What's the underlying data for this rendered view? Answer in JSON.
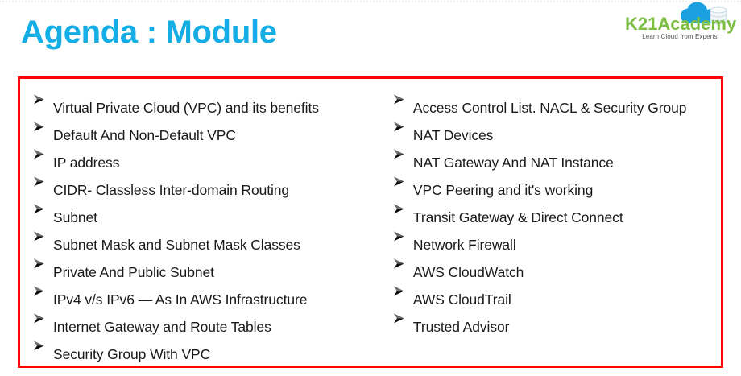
{
  "slide": {
    "title": "Agenda : Module",
    "title_color": "#14ADE5",
    "box_border_color": "#FF0000"
  },
  "logo": {
    "name_part1": "K21",
    "name_part2": "Academy",
    "tagline": "Learn Cloud from Experts",
    "green": "#7CBE42",
    "blue": "#1BA0E0",
    "mark_icons": [
      "cloud-icon",
      "database-icon"
    ]
  },
  "agenda": {
    "bullet_icon": "arrowhead-bullet-icon",
    "left_column": [
      {
        "label": "Virtual Private Cloud (VPC) and its benefits"
      },
      {
        "label": "Default And Non-Default VPC"
      },
      {
        "label": "IP address"
      },
      {
        "label": "CIDR- Classless Inter-domain Routing"
      },
      {
        "label": "Subnet"
      },
      {
        "label": "Subnet Mask and Subnet Mask Classes"
      },
      {
        "label": "Private And Public Subnet"
      },
      {
        "label": "IPv4 v/s IPv6  —  As In AWS Infrastructure"
      },
      {
        "label": "Internet Gateway and Route Tables"
      },
      {
        "label": "Security Group With VPC"
      }
    ],
    "right_column": [
      {
        "label": "Access Control List. NACL & Security Group"
      },
      {
        "label": "NAT Devices"
      },
      {
        "label": "NAT Gateway And NAT Instance"
      },
      {
        "label": "VPC Peering and it's working"
      },
      {
        "label": "Transit Gateway & Direct Connect"
      },
      {
        "label": "Network Firewall"
      },
      {
        "label": "AWS CloudWatch"
      },
      {
        "label": "AWS CloudTrail"
      },
      {
        "label": "Trusted Advisor"
      }
    ]
  }
}
